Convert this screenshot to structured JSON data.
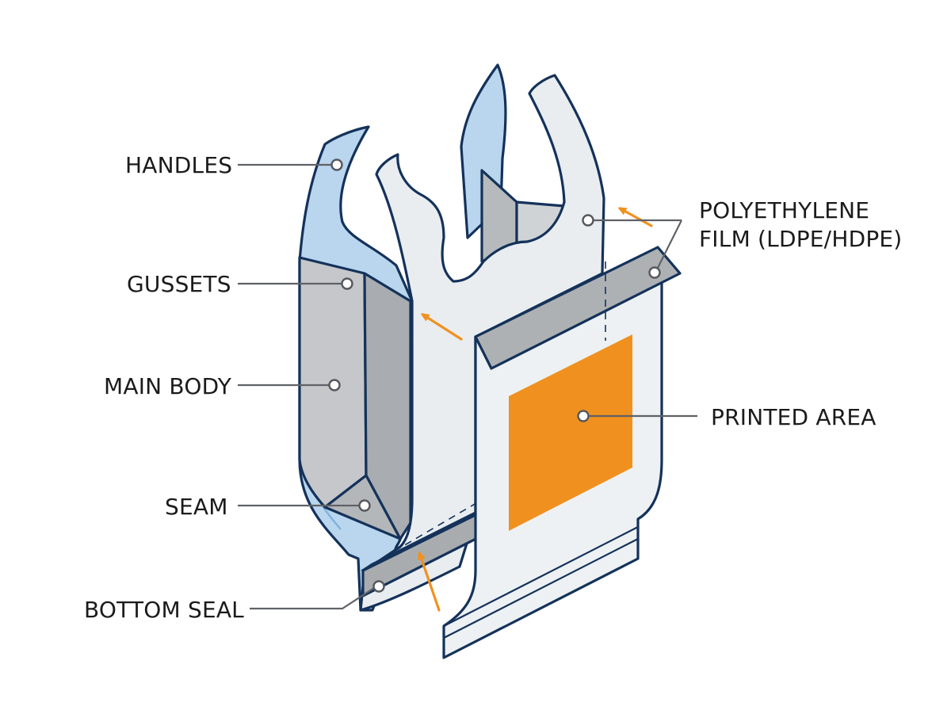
{
  "labels": {
    "handles": "HANDLES",
    "gussets": "GUSSETS",
    "main_body": "MAIN BODY",
    "seam": "SEAM",
    "bottom_seal": "BOTTOM SEAL",
    "film_line1": "POLYETHYLENE",
    "film_line2": "FILM (LDPE/HDPE)",
    "printed_area": "PRINTED AREA"
  },
  "colors": {
    "outline": "#14325a",
    "blue_panel": "#b9d6ee",
    "gusset_gray": "#bfc1c4",
    "film_white": "#e9edf0",
    "seal_gray": "#a9acaf",
    "accent_orange": "#f0911f"
  }
}
